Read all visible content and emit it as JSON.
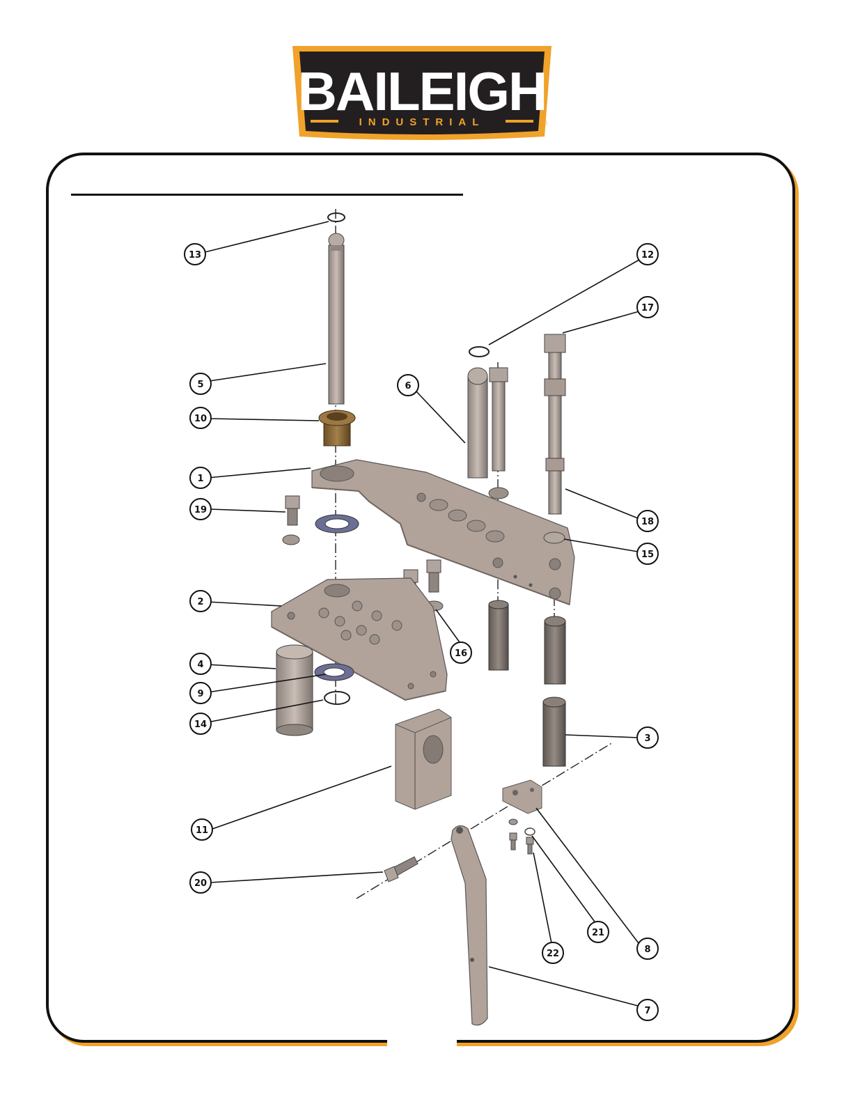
{
  "brand": {
    "name": "BAILEIGH",
    "tagline": "INDUSTRIAL",
    "registered_mark": "®",
    "colors": {
      "badge_fill": "#231f20",
      "badge_ring": "#f0a22a",
      "text": "#ffffff"
    }
  },
  "frame": {
    "border_color": "#111111",
    "accent_color": "#f0a22a"
  },
  "parts": {
    "p1": "1",
    "p2": "2",
    "p3": "3",
    "p4": "4",
    "p5": "5",
    "p6": "6",
    "p7": "7",
    "p8": "8",
    "p9": "9",
    "p10": "10",
    "p11": "11",
    "p12": "12",
    "p13": "13",
    "p14": "14",
    "p15": "15",
    "p16": "16",
    "p17": "17",
    "p18": "18",
    "p19": "19",
    "p20": "20",
    "p21": "21",
    "p22": "22"
  },
  "part_colors": {
    "steel": "#b4a79f",
    "bronze": "#8a6a3c",
    "washer": "#6c6f95",
    "line": "#222222"
  }
}
